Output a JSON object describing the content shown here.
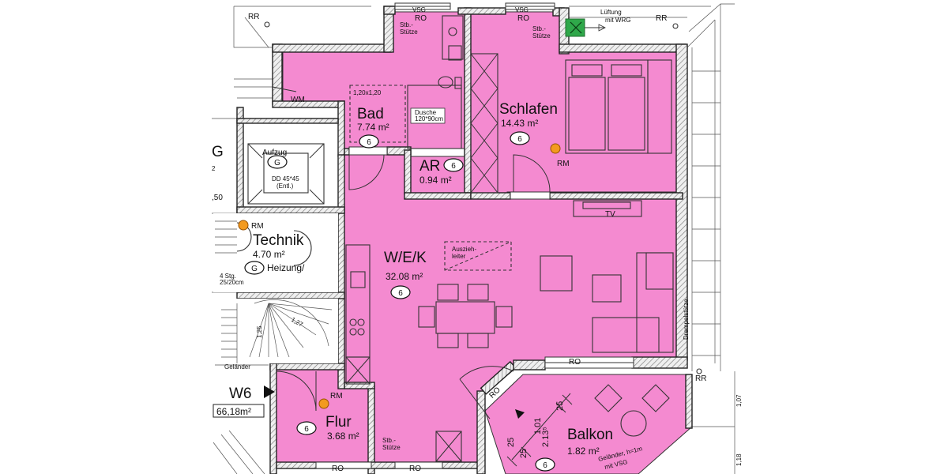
{
  "colors": {
    "room_fill": "#f48ad0",
    "rm_marker": "#f39a1f",
    "ventilation": "#2fa84a",
    "wall_hatch": "#8a8a8a"
  },
  "rooms": {
    "bad": {
      "name": "Bad",
      "area": "7.74 m²",
      "badge": "6",
      "shower_plate": "1,20x1,20",
      "shower_label": "Dusche\n120*90cm",
      "wm_label": "WM"
    },
    "schlafen": {
      "name": "Schlafen",
      "area": "14.43 m²",
      "badge": "6",
      "rm": "RM"
    },
    "ar": {
      "name": "AR",
      "area": "0.94 m²",
      "badge": "6"
    },
    "wek": {
      "name": "W/E/K",
      "area": "32.08 m²",
      "badge": "6",
      "ausziehleiter": "Auszieh-\nleiter",
      "tv": "TV"
    },
    "technik": {
      "name": "Technik",
      "area": "4.70 m²",
      "badge": "G",
      "sub": "Heizung/",
      "rm": "RM",
      "stairs_note": "4 Stg.\n25/20cm"
    },
    "aufzug": {
      "name": "Aufzug",
      "badge": "G",
      "note": "DD 45*45\n(Entl.)"
    },
    "flur": {
      "name": "Flur",
      "area": "3.68 m²",
      "badge": "6",
      "rm": "RM"
    },
    "balkon": {
      "name": "Balkon",
      "area": "1.82 m²",
      "badge": "6",
      "dims": [
        "25",
        "1.01",
        "25",
        "2.13⁵",
        "25"
      ],
      "railing": "Geländer, h=1m\nmit VSG"
    }
  },
  "labels": {
    "rr": "RR",
    "vsg": "VSG",
    "ro": "RO",
    "stb_stuetze": "Stb.-\nStütze",
    "lueftung": "Lüftung\nmit WRG",
    "drempelstuetze": "Drempelstütze",
    "gelaender": "Geländer",
    "unit": "W6",
    "unit_area": "66,18m²",
    "left_g": "G",
    "left_2": "2",
    "left_50": ",50",
    "stair_125": "1,25",
    "stair_127": "1,27",
    "right_dims": [
      "1,07",
      "1,18"
    ]
  }
}
